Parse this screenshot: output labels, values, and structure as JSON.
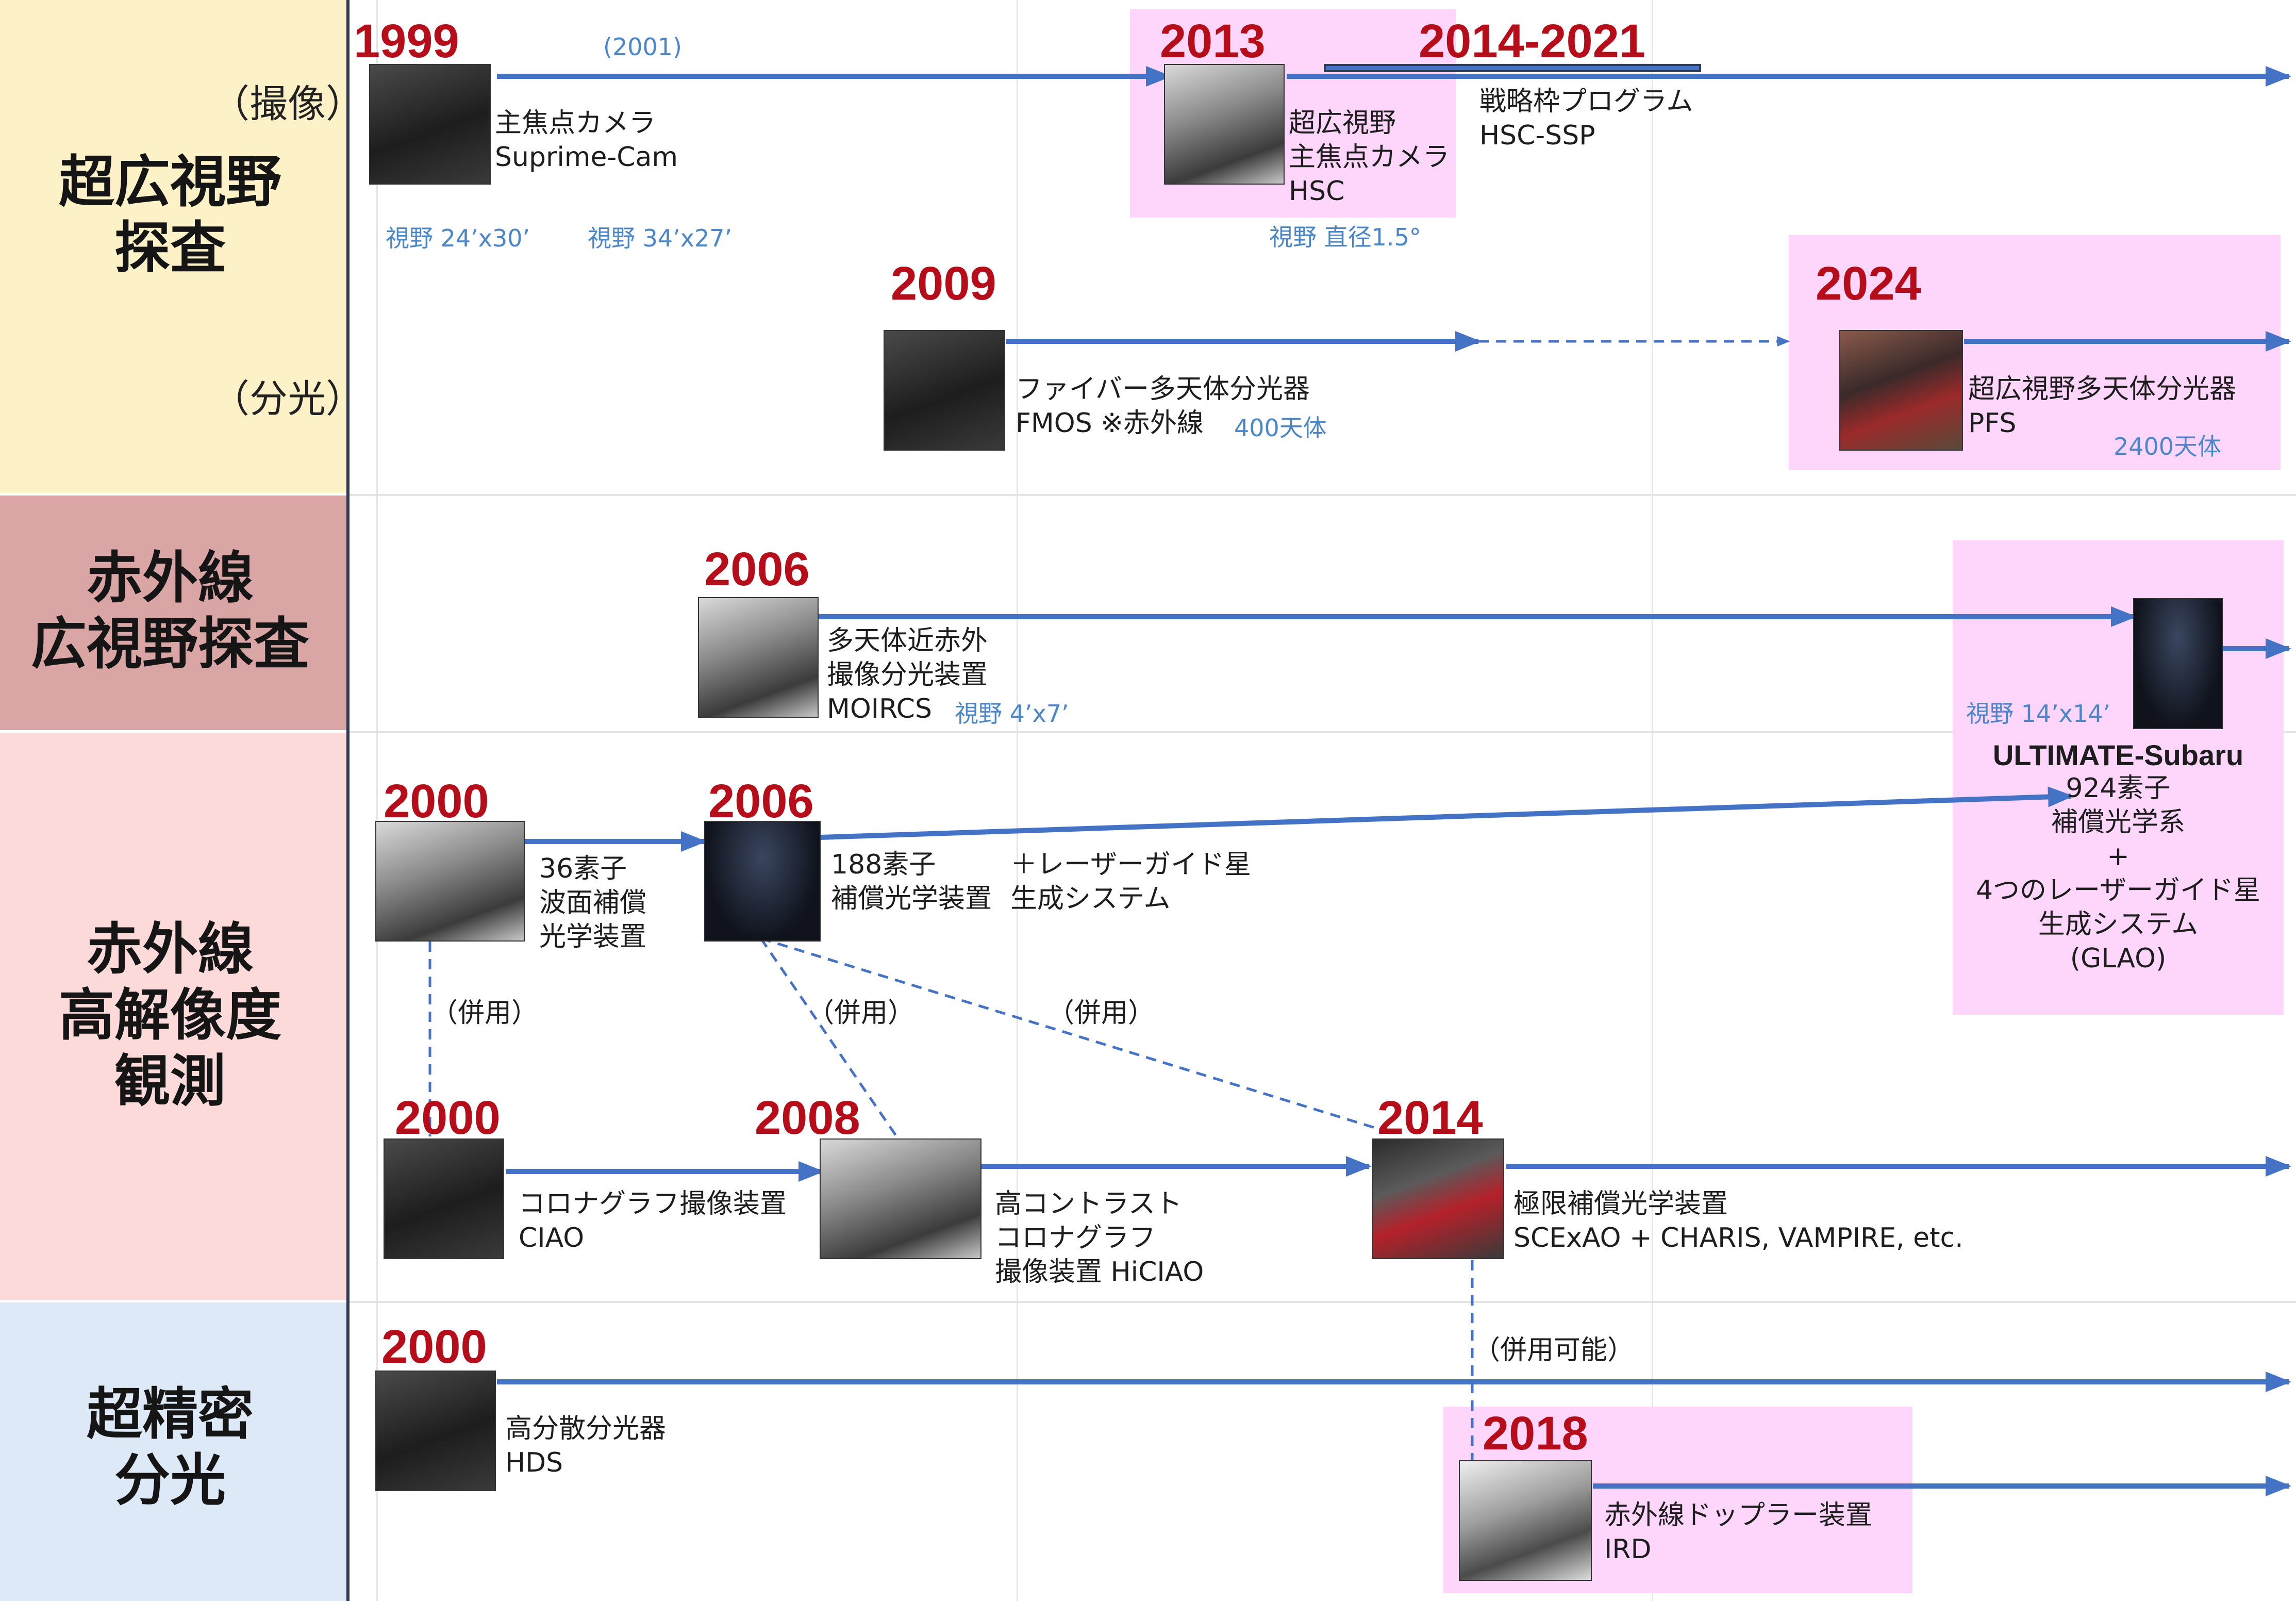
{
  "categories": {
    "wide_field": {
      "title": [
        "超広視野",
        "探査"
      ],
      "color": "#fdf1c7"
    },
    "ir_wide": {
      "title": [
        "赤外線",
        "広視野探査"
      ],
      "color": "#d9a5a5"
    },
    "ir_highres": {
      "title": [
        "赤外線",
        "高解像度",
        "観測"
      ],
      "color": "#fcdada"
    },
    "precision": {
      "title": [
        "超精密",
        "分光"
      ],
      "color": "#dde9f7"
    },
    "sub_imaging": "（撮像）",
    "sub_spectro": "（分光）"
  },
  "instruments": {
    "suprime": {
      "year": "1999",
      "name": [
        "主焦点カメラ",
        "Suprime-Cam"
      ],
      "fov1": "視野 24’x30’",
      "fov2": "視野 34’x27’",
      "upgrade_year": "(2001)"
    },
    "hsc": {
      "year": "2013",
      "name": [
        "超広視野",
        "主焦点カメラ",
        "HSC"
      ],
      "fov": "視野 直径1.5°"
    },
    "ssp": {
      "year": "2014-2021",
      "name": [
        "戦略枠プログラム",
        "HSC-SSP"
      ]
    },
    "fmos": {
      "year": "2009",
      "name": [
        "ファイバー多天体分光器",
        "FMOS ※赤外線"
      ],
      "targets": "400天体"
    },
    "pfs": {
      "year": "2024",
      "name": [
        "超広視野多天体分光器",
        "PFS"
      ],
      "targets": "2400天体"
    },
    "moircs": {
      "year": "2006",
      "name": [
        "多天体近赤外",
        "撮像分光装置",
        "MOIRCS"
      ],
      "fov": "視野 4’x7’"
    },
    "ultimate": {
      "name": "ULTIMATE-Subaru",
      "desc": [
        "924素子",
        "補償光学系",
        "+",
        "4つのレーザーガイド星",
        "生成システム",
        "(GLAO)"
      ],
      "fov": "視野 14’x14’"
    },
    "ao36": {
      "year": "2000",
      "name": [
        "36素子",
        "波面補償",
        "光学装置"
      ]
    },
    "ao188": {
      "year": "2006",
      "name": [
        "188素子",
        "補償光学装置"
      ],
      "lgs": [
        "＋レーザーガイド星",
        "生成システム"
      ]
    },
    "ciao": {
      "year": "2000",
      "name": [
        "コロナグラフ撮像装置",
        "CIAO"
      ]
    },
    "hiciao": {
      "year": "2008",
      "name": [
        "高コントラスト",
        "コロナグラフ",
        "撮像装置 HiCIAO"
      ]
    },
    "scexao": {
      "year": "2014",
      "name": [
        "極限補償光学装置",
        "SCExAO + CHARIS, VAMPIRE, etc."
      ]
    },
    "hds": {
      "year": "2000",
      "name": [
        "高分散分光器",
        "HDS"
      ]
    },
    "ird": {
      "year": "2018",
      "name": [
        "赤外線ドップラー装置",
        "IRD"
      ]
    }
  },
  "links": {
    "combined": "（併用）",
    "combined_possible": "（併用可能）"
  },
  "colors": {
    "arrow": "#4472c4",
    "year": "#b50d1a",
    "highlight": "#ffd6fb",
    "note": "#4a86c8"
  }
}
